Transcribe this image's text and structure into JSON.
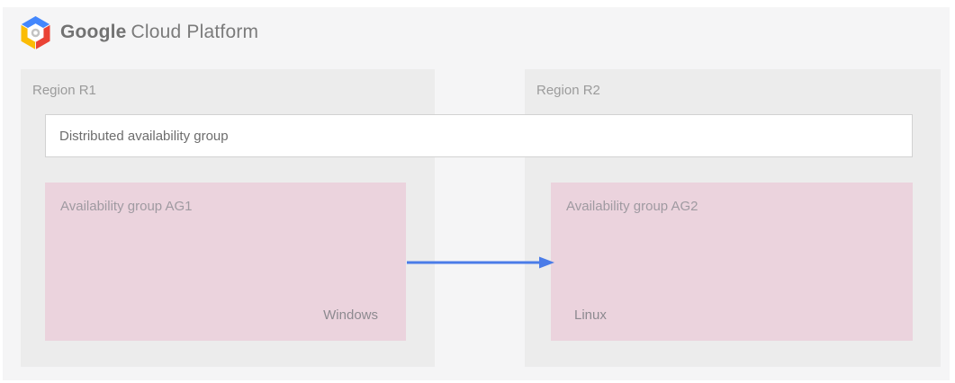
{
  "header": {
    "logo_icon": "gcp-hexagon-logo",
    "brand_google": "Google",
    "brand_cloud_platform": "Cloud Platform"
  },
  "diagram": {
    "regions": [
      {
        "label": "Region R1"
      },
      {
        "label": "Region R2"
      }
    ],
    "distributed_group": {
      "label": "Distributed availability group"
    },
    "availability_groups": [
      {
        "label": "Availability group AG1",
        "os": "Windows"
      },
      {
        "label": "Availability group AG2",
        "os": "Linux"
      }
    ],
    "arrow": {
      "from": "Availability group AG1",
      "to": "Availability group AG2",
      "direction": "right"
    }
  },
  "colors": {
    "page_margin": "#ffffff",
    "canvas_bg": "#f5f5f6",
    "region_panel_bg": "#ececec",
    "availability_group_pink": "#ebd3dd",
    "distributed_box_bg": "#ffffff",
    "distributed_box_border": "#d2d2d2",
    "arrow_blue": "#4a7ce8",
    "logo_blue": "#4387fd",
    "logo_red": "#ea4335",
    "logo_yellow": "#fbbc05",
    "text_gray": "#757575"
  }
}
